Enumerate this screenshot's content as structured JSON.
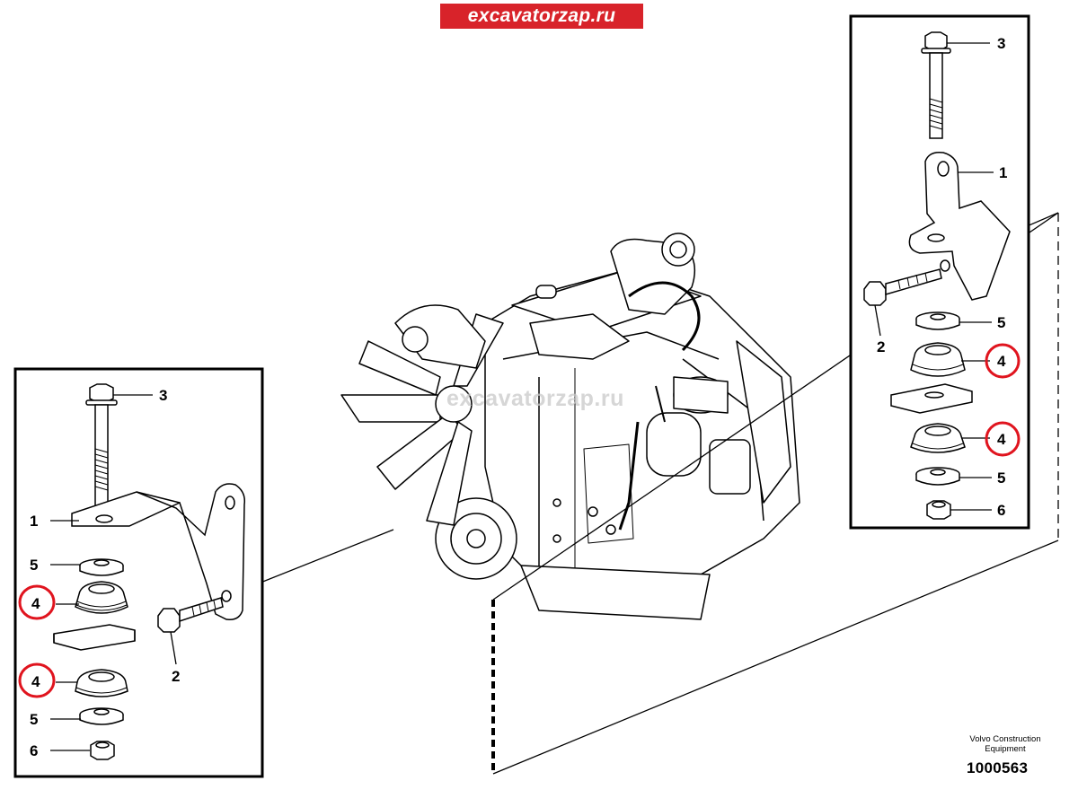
{
  "watermark": {
    "site": "excavatorzap.ru",
    "brand_color": "#d8232a"
  },
  "credit": {
    "line1": "Volvo Construction",
    "line2": "Equipment"
  },
  "document_number": "1000563",
  "highlight_color": "#e0141e",
  "left_detail": {
    "callouts": [
      {
        "id": "bolt-top",
        "label": "3",
        "highlighted": false
      },
      {
        "id": "bracket",
        "label": "1",
        "highlighted": false
      },
      {
        "id": "washer-top",
        "label": "5",
        "highlighted": false
      },
      {
        "id": "mount-upper",
        "label": "4",
        "highlighted": true
      },
      {
        "id": "mount-lower",
        "label": "4",
        "highlighted": true
      },
      {
        "id": "washer-bottom",
        "label": "5",
        "highlighted": false
      },
      {
        "id": "nut",
        "label": "6",
        "highlighted": false
      },
      {
        "id": "bolt-side",
        "label": "2",
        "highlighted": false
      }
    ]
  },
  "right_detail": {
    "callouts": [
      {
        "id": "bolt-top",
        "label": "3",
        "highlighted": false
      },
      {
        "id": "bracket",
        "label": "1",
        "highlighted": false
      },
      {
        "id": "washer-top",
        "label": "5",
        "highlighted": false
      },
      {
        "id": "mount-upper",
        "label": "4",
        "highlighted": true
      },
      {
        "id": "mount-lower",
        "label": "4",
        "highlighted": true
      },
      {
        "id": "washer-bottom",
        "label": "5",
        "highlighted": false
      },
      {
        "id": "nut",
        "label": "6",
        "highlighted": false
      },
      {
        "id": "bolt-side",
        "label": "2",
        "highlighted": false
      }
    ]
  }
}
